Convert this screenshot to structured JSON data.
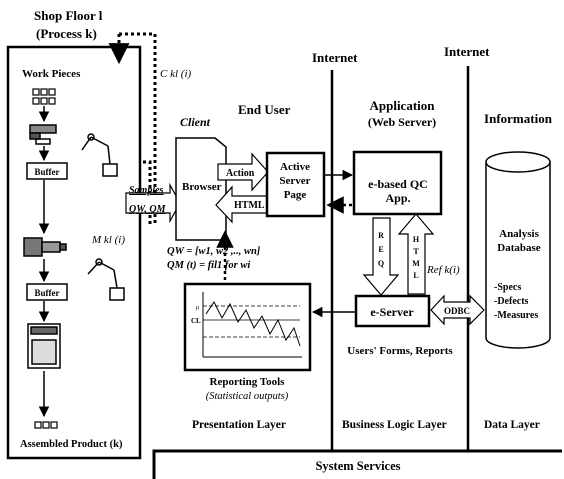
{
  "shop_floor": {
    "title_line1": "Shop Floor l",
    "title_line2": "(Process k)",
    "work_pieces": "Work Pieces",
    "buffer1": "Buffer",
    "buffer2": "Buffer",
    "assembled_product": "Assembled Product (k)",
    "c_label": "C kl (i)",
    "m_label": "M kl (i)",
    "samples_line1": "Samples",
    "samples_line2": "QW, QM"
  },
  "headers": {
    "internet_left": "Internet",
    "internet_right": "Internet",
    "end_user": "End User",
    "client": "Client",
    "application_line1": "Application",
    "application_line2": "(Web Server)",
    "information": "Information"
  },
  "client": {
    "browser": "Browser",
    "action": "Action",
    "html": "HTML"
  },
  "active_server_page": [
    "Active",
    "Server",
    "Page"
  ],
  "qc_app": [
    "e-based QC",
    "App."
  ],
  "req_html": {
    "req": "REQ",
    "html": "HTML"
  },
  "ref_label": "Ref k(i)",
  "e_server": "e-Server",
  "odbc": "ODBC",
  "users_forms": "Users' Forms, Reports",
  "formulas": {
    "qw": "QW = [w1, w2 ,.., wn]",
    "qm": "QM (t) = fil1  for wi"
  },
  "chart_labels": {
    "upper": "μ",
    "center": "CL"
  },
  "reporting_tools": {
    "title": "Reporting Tools",
    "subtitle": "(Statistical outputs)"
  },
  "database": {
    "title_line1": "Analysis",
    "title_line2": "Database",
    "items": [
      "-Specs",
      "-Defects",
      "-Measures"
    ]
  },
  "layers": {
    "presentation": "Presentation Layer",
    "business": "Business Logic Layer",
    "data": "Data Layer"
  },
  "system_services": "System Services"
}
